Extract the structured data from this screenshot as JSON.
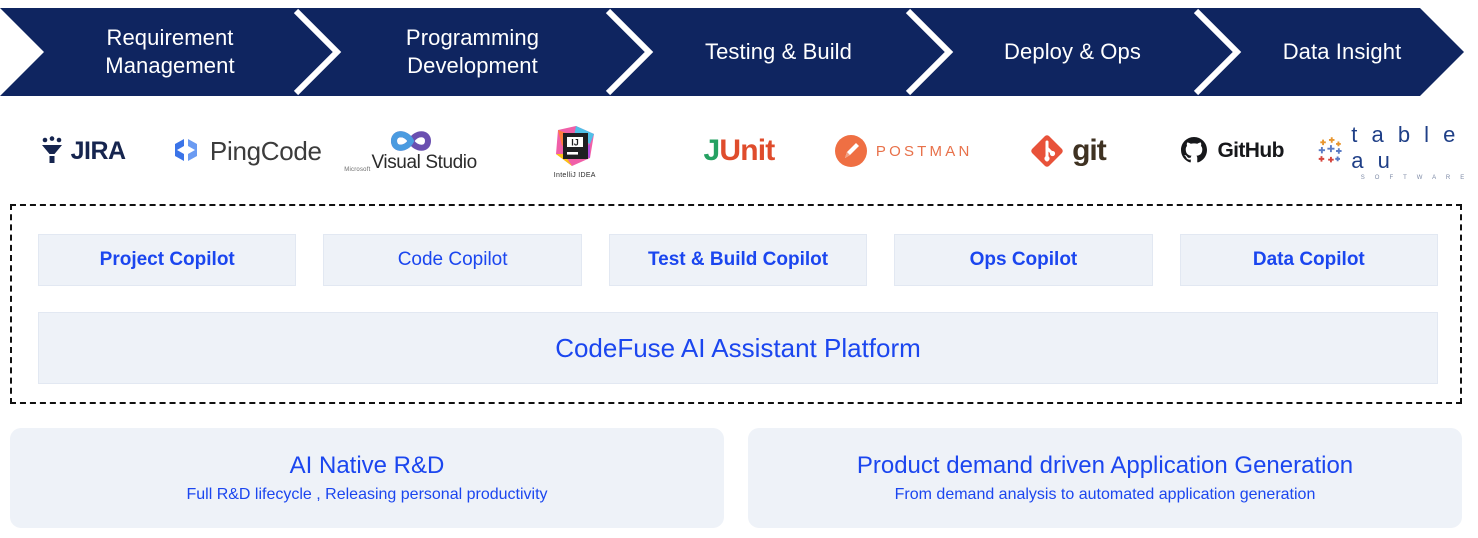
{
  "colors": {
    "banner_navy": "#0f2560",
    "accent_blue": "#1b46ef",
    "panel_fill": "#eef2f8",
    "panel_border": "#e2e8f2",
    "dashed_border": "#111111"
  },
  "pipeline": {
    "stages": [
      {
        "id": "requirement-management",
        "line1": "Requirement",
        "line2": "Management"
      },
      {
        "id": "programming-development",
        "line1": "Programming",
        "line2": "Development"
      },
      {
        "id": "testing-build",
        "line1": "Testing & Build",
        "line2": ""
      },
      {
        "id": "deploy-ops",
        "line1": "Deploy & Ops",
        "line2": ""
      },
      {
        "id": "data-insight",
        "line1": "Data Insight",
        "line2": ""
      }
    ]
  },
  "logos": [
    {
      "id": "jira",
      "name": "JIRA",
      "icon": "jira-icon"
    },
    {
      "id": "pingcode",
      "name": "PingCode",
      "icon": "pingcode-icon"
    },
    {
      "id": "visual-studio",
      "name": "Visual Studio",
      "micro": "Microsoft",
      "icon": "visual-studio-infinity-icon"
    },
    {
      "id": "intellij-idea",
      "name": "IntelliJ IDEA",
      "mark": "IJ",
      "icon": "intellij-idea-icon"
    },
    {
      "id": "junit",
      "name": "JUnit",
      "part1": "J",
      "part2": "Unit",
      "icon": "junit-icon"
    },
    {
      "id": "postman",
      "name": "POSTMAN",
      "icon": "postman-icon"
    },
    {
      "id": "git",
      "name": "git",
      "icon": "git-icon"
    },
    {
      "id": "github",
      "name": "GitHub",
      "icon": "github-icon"
    },
    {
      "id": "tableau",
      "name": "t a b l e a u",
      "sub": "S O F T W A R E",
      "icon": "tableau-icon"
    }
  ],
  "platform": {
    "copilots": [
      {
        "id": "project-copilot",
        "label": "Project Copilot",
        "bold": true
      },
      {
        "id": "code-copilot",
        "label": "Code Copilot",
        "bold": false
      },
      {
        "id": "test-build-copilot",
        "label": "Test & Build Copilot",
        "bold": true
      },
      {
        "id": "ops-copilot",
        "label": "Ops Copilot",
        "bold": true
      },
      {
        "id": "data-copilot",
        "label": "Data Copilot",
        "bold": true
      }
    ],
    "platform_bar_label": "CodeFuse AI Assistant Platform"
  },
  "value_cards": [
    {
      "id": "ai-native-rnd",
      "title": "AI Native R&D",
      "subtitle": "Full R&D lifecycle , Releasing personal productivity"
    },
    {
      "id": "product-demand-driven",
      "title": "Product demand driven Application Generation",
      "subtitle": "From demand analysis to automated application generation"
    }
  ]
}
